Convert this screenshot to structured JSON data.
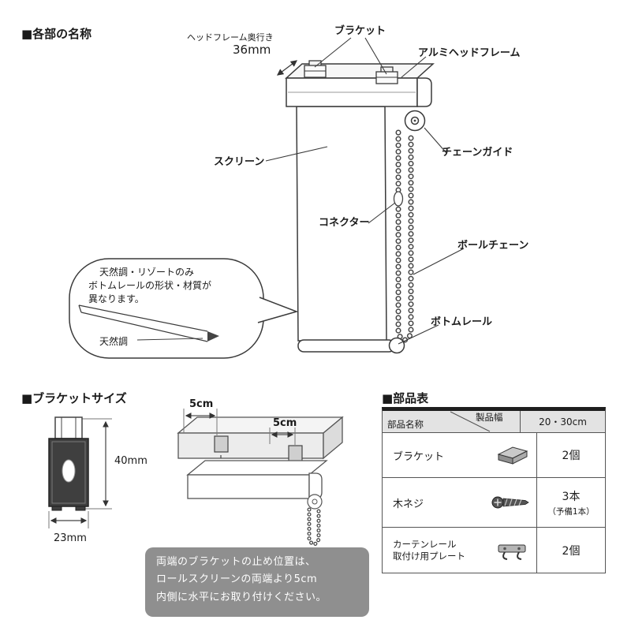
{
  "names_section": {
    "title": "■各部の名称",
    "depth_label": "ヘッドフレーム奥行き",
    "depth_value": "36mm",
    "labels": {
      "bracket": "ブラケット",
      "alumi_head_frame": "アルミヘッドフレーム",
      "screen": "スクリーン",
      "chain_guide": "チェーンガイド",
      "connector": "コネクター",
      "ball_chain": "ボールチェーン",
      "bottom_rail": "ボトムレール"
    },
    "bubble": {
      "line1": "天然調・リゾートのみ",
      "line2": "ボトムレールの形状・材質が",
      "line3": "異なります。",
      "caption": "天然調"
    }
  },
  "bracket_size_section": {
    "title": "■ブラケットサイズ",
    "height": "40mm",
    "width": "23mm"
  },
  "install_section": {
    "gap_left": "5cm",
    "gap_right": "5cm",
    "note": {
      "line1": "両端のブラケットの止め位置は、",
      "line2": "ロールスクリーンの両端より5cm",
      "line3": "内側に水平にお取り付けください。"
    }
  },
  "parts_table_section": {
    "title": "■部品表",
    "header": {
      "part_name": "部品名称",
      "product_width": "製品幅",
      "width_value": "20・30cm"
    },
    "rows": [
      {
        "name": "ブラケット",
        "icon": "bracket-icon",
        "qty": "2個"
      },
      {
        "name": "木ネジ",
        "icon": "screw-icon",
        "qty": "3本",
        "qty_note": "（予備1本）"
      },
      {
        "name_line1": "カーテンレール",
        "name_line2": "取付け用プレート",
        "icon": "plate-icon",
        "qty": "2個"
      }
    ]
  }
}
